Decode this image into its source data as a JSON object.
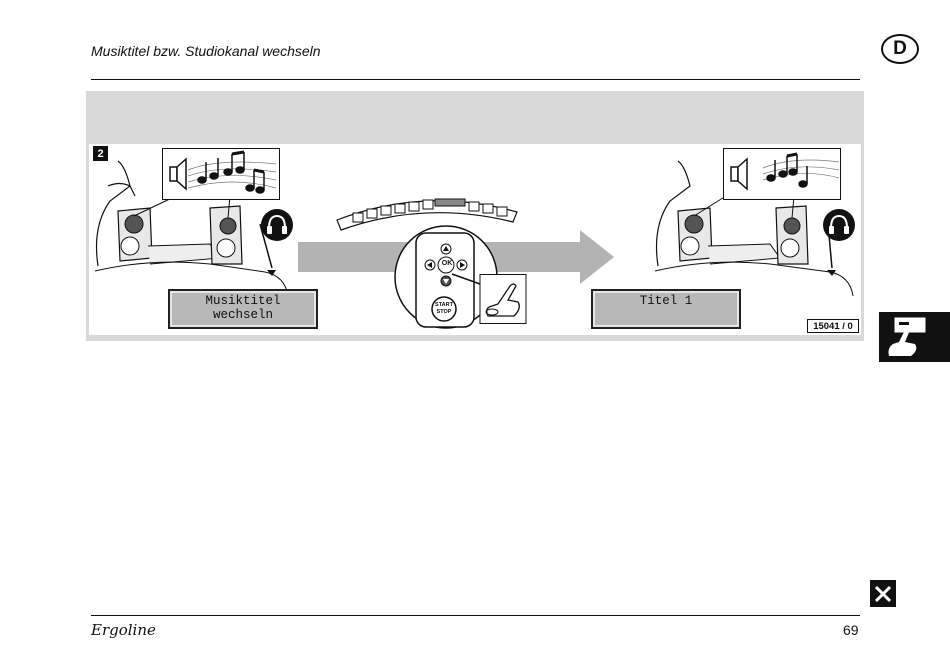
{
  "header": {
    "title": "Musiktitel bzw. Studiokanal wechseln",
    "language_badge": "D"
  },
  "figure": {
    "number": "2",
    "display_before": "Musiktitel\nwechseln",
    "display_after": "Titel 1",
    "reference": "15041 / 0",
    "remote": {
      "ok_label": "OK",
      "start_label": "START",
      "stop_label": "STOP"
    }
  },
  "footer": {
    "brand": "Ergoline",
    "page_number": "69"
  },
  "icons": [
    "speaker-icon",
    "music-notes-icon",
    "headphones-icon",
    "arrow-right-icon",
    "hand-press-icon",
    "close-icon"
  ]
}
